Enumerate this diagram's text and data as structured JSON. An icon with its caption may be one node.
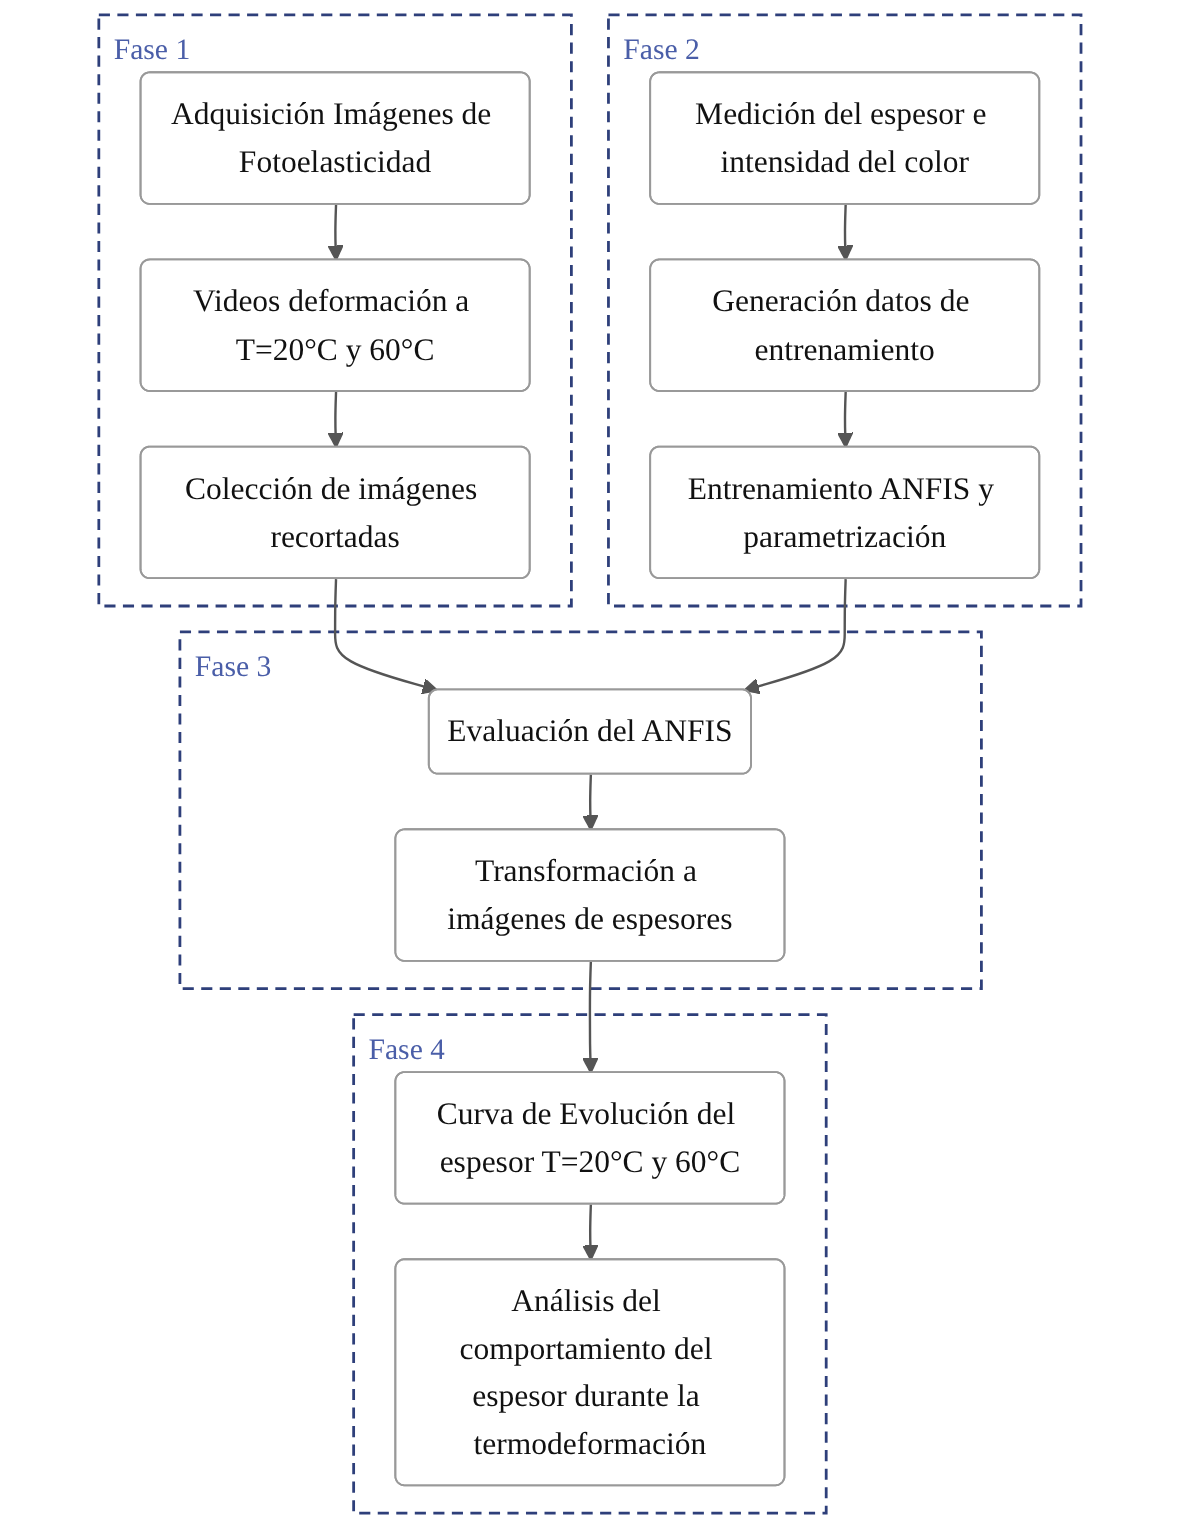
{
  "diagram": {
    "nodes": [
      {
        "text": [
          "Fase 1"
        ]
      },
      {
        "text": [
          "Adquisición Imágenes de Fotoelasticidad"
        ],
        "in": 0
      },
      {
        "text": [
          "Videos deformación a T=20°C y 60°C"
        ],
        "in": 0
      },
      {
        "text": [
          "Colección de imágenes recortadas"
        ],
        "in": 0
      },
      {
        "text": [
          "Fase 2"
        ]
      },
      {
        "text": [
          "Medición del espesor e intensidad del color"
        ],
        "in": 4
      },
      {
        "text": [
          "Generación datos de entrenamiento"
        ],
        "in": 4
      },
      {
        "text": [
          "Entrenamiento ANFIS y parametrización"
        ],
        "in": 4
      },
      {
        "text": [
          "Fase 3"
        ]
      },
      {
        "text": [
          "Evaluación del ANFIS"
        ],
        "in": 8
      },
      {
        "text": [
          "Transformación a imágenes de espesores"
        ],
        "in": 8
      },
      {
        "text": [
          "Fase 4"
        ]
      },
      {
        "text": [
          "Curva de Evolución del espesor T=20°C y 60°C"
        ],
        "in": 11
      },
      {
        "text": [
          "Análisis del comportamiento del espesor durante la termodeformación"
        ],
        "in": 11
      }
    ],
    "edges": [
      {
        "from": 1,
        "to": 2,
        "arrow": "to"
      },
      {
        "from": 2,
        "to": 3,
        "arrow": "to"
      },
      {
        "from": 5,
        "to": 6,
        "arrow": "to"
      },
      {
        "from": 6,
        "to": 7,
        "arrow": "to"
      },
      {
        "from": 3,
        "to": 9,
        "arrow": "to"
      },
      {
        "from": 7,
        "to": 9,
        "arrow": "to"
      },
      {
        "from": 9,
        "to": 10,
        "arrow": "to"
      },
      {
        "from": 10,
        "to": 12,
        "arrow": "to"
      },
      {
        "from": 12,
        "to": 13,
        "arrow": "to"
      }
    ]
  }
}
